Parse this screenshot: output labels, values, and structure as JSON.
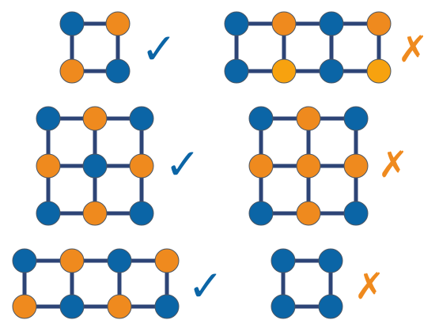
{
  "colors": {
    "edge": "#2d4476",
    "node_blue": "#0b65a6",
    "node_orange": "#ef8a1e",
    "node_orange_light": "#f7a20f",
    "node_outline": "#4a5563",
    "check": "#0b65a6",
    "cross": "#ef8a1e"
  },
  "marks": {
    "check_glyph": "✓",
    "cross_glyph": "✗"
  },
  "graphs": [
    {
      "id": "graph-1",
      "rows": 2,
      "cols": 2,
      "verdict": "check",
      "nodes": [
        [
          "blue",
          "orange"
        ],
        [
          "orange",
          "blue"
        ]
      ]
    },
    {
      "id": "graph-2",
      "rows": 2,
      "cols": 4,
      "verdict": "cross",
      "nodes": [
        [
          "blue",
          "orange",
          "blue",
          "orange"
        ],
        [
          "blue",
          "orange-light",
          "blue",
          "orange-light"
        ]
      ]
    },
    {
      "id": "graph-3",
      "rows": 3,
      "cols": 3,
      "verdict": "check",
      "nodes": [
        [
          "blue",
          "orange",
          "blue"
        ],
        [
          "orange",
          "blue",
          "orange"
        ],
        [
          "blue",
          "orange",
          "blue"
        ]
      ]
    },
    {
      "id": "graph-4",
      "rows": 3,
      "cols": 3,
      "verdict": "cross",
      "nodes": [
        [
          "blue",
          "orange",
          "blue"
        ],
        [
          "orange",
          "orange",
          "orange"
        ],
        [
          "blue",
          "orange",
          "blue"
        ]
      ]
    },
    {
      "id": "graph-5",
      "rows": 2,
      "cols": 4,
      "verdict": "check",
      "nodes": [
        [
          "blue",
          "orange",
          "blue",
          "orange"
        ],
        [
          "orange",
          "blue",
          "orange",
          "blue"
        ]
      ]
    },
    {
      "id": "graph-6",
      "rows": 2,
      "cols": 2,
      "verdict": "cross",
      "nodes": [
        [
          "blue",
          "blue"
        ],
        [
          "blue",
          "blue"
        ]
      ]
    }
  ]
}
